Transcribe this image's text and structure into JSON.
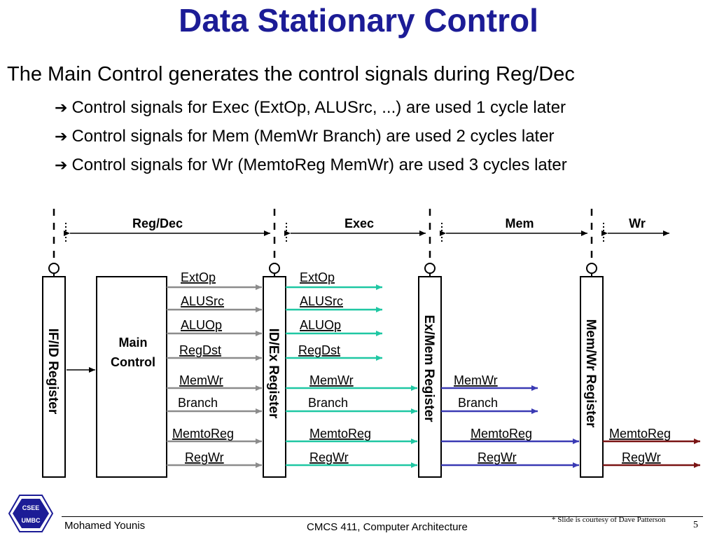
{
  "slide": {
    "title": "Data Stationary Control",
    "main_point": "The Main Control generates the control signals during Reg/Dec",
    "sub_points": [
      "Control signals for Exec (ExtOp, ALUSrc, ...) are used 1 cycle later",
      "Control signals for Mem (MemWr Branch) are used 2 cycles later",
      "Control signals for Wr (MemtoReg MemWr) are used 3 cycles later"
    ],
    "arrow_glyph": "➔"
  },
  "diagram": {
    "stages": [
      "Reg/Dec",
      "Exec",
      "Mem",
      "Wr"
    ],
    "registers": [
      "IF/ID Register",
      "ID/Ex Register",
      "Ex/Mem Register",
      "Mem/Wr Register"
    ],
    "main_control": [
      "Main",
      "Control"
    ],
    "signals_id": [
      "ExtOp",
      "ALUSrc",
      "ALUOp",
      "RegDst",
      "MemWr",
      "Branch",
      "MemtoReg",
      "RegWr"
    ],
    "signals_ex": [
      "ExtOp",
      "ALUSrc",
      "ALUOp",
      "RegDst",
      "MemWr",
      "Branch",
      "MemtoReg",
      "RegWr"
    ],
    "signals_mem": [
      "MemWr",
      "Branch",
      "MemtoReg",
      "RegWr"
    ],
    "signals_wr": [
      "MemtoReg",
      "RegWr"
    ],
    "colors": {
      "gray": "#8c8c8c",
      "teal": "#1fc7a3",
      "blue": "#3a3ab4",
      "darkred": "#7a1414"
    }
  },
  "footer": {
    "author": "Mohamed Younis",
    "course": "CMCS 411, Computer Architecture",
    "note": "* Slide is courtesy of Dave Patterson",
    "page": "5",
    "logo_text": [
      "CSEE",
      "UMBC"
    ]
  }
}
